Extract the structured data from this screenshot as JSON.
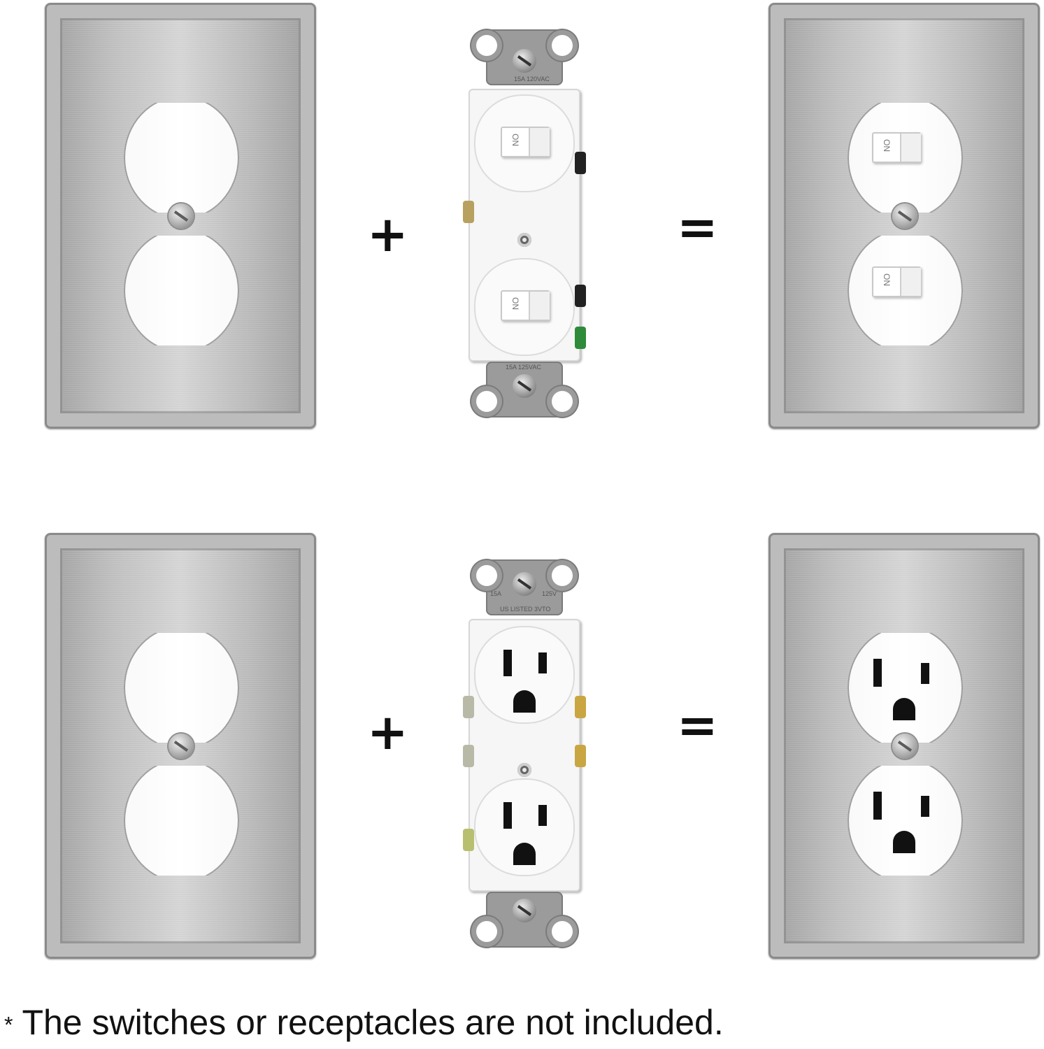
{
  "operators": {
    "plus": "+",
    "equals": "="
  },
  "device_labels": {
    "switch_top_rating": "15A 120VAC",
    "switch_bottom_rating": "15A 125VAC",
    "switch_on": "ON",
    "receptacle_rating_left": "15A",
    "receptacle_rating_right": "125V",
    "receptacle_listing": "US LISTED 3VTO"
  },
  "note": {
    "asterisk": "*",
    "text": "The switches or receptacles are not included."
  },
  "colors": {
    "plate_steel": "#c0c0c0",
    "device_white": "#f6f6f6",
    "strap_gray": "#9b9b9b"
  }
}
